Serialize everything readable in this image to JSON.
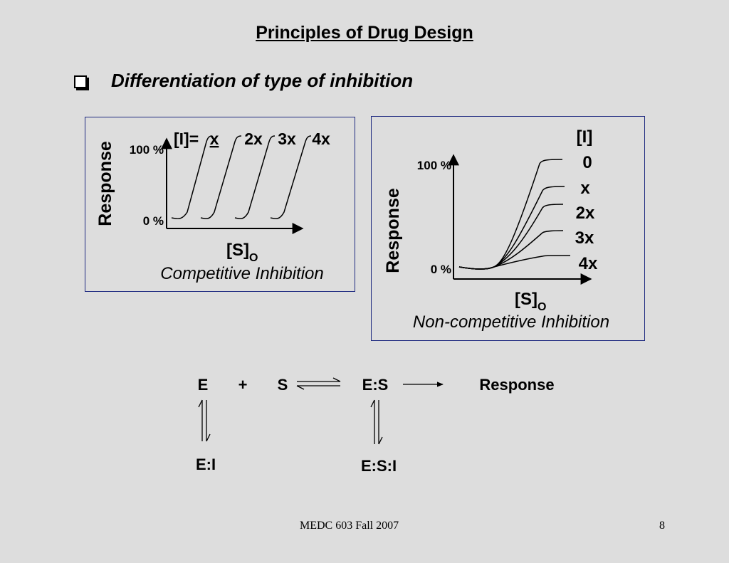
{
  "slide": {
    "title": "Principles of Drug Design",
    "bullet": "Differentiation of type of inhibition"
  },
  "competitive": {
    "ylabel": "Response",
    "y_top": "100 %",
    "y_bottom": "0 %",
    "legend_prefix": "[I]=",
    "curve_labels": [
      "x",
      "2x",
      "3x",
      "4x"
    ],
    "xlabel_main": "[S]",
    "xlabel_sub": "O",
    "caption": "Competitive Inhibition"
  },
  "noncompetitive": {
    "ylabel": "Response",
    "y_top": "100 %",
    "y_bottom": "0 %",
    "legend_title": "[I]",
    "curve_labels": [
      "0",
      "x",
      "2x",
      "3x",
      "4x"
    ],
    "xlabel_main": "[S]",
    "xlabel_sub": "O",
    "caption": "Non-competitive Inhibition"
  },
  "scheme": {
    "E": "E",
    "plus": "+",
    "S": "S",
    "ES": "E:S",
    "response": "Response",
    "EI": "E:I",
    "ESI": "E:S:I"
  },
  "footer": {
    "course": "MEDC 603 Fall 2007",
    "page": "8"
  }
}
